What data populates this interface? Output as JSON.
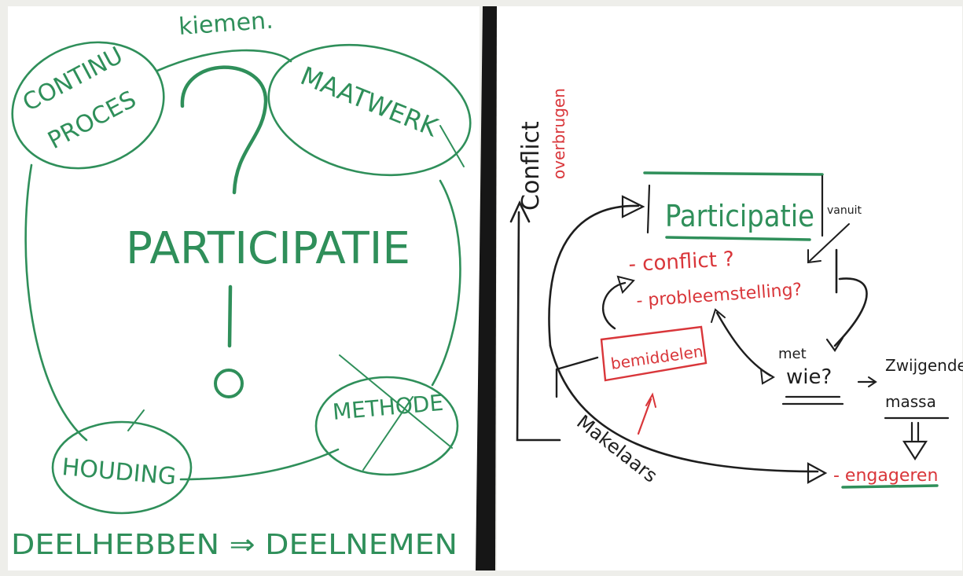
{
  "left_sheet": {
    "top_note": "kiemen.",
    "bubble_continu": [
      "CONTINU",
      "PROCES"
    ],
    "bubble_maatwerk": "MAATWERK",
    "center_title": "PARTICIPATIE",
    "bubble_methode": "METHODE",
    "bubble_houding": "HOUDING",
    "bottom_line": "DEELHEBBEN ⇒ DEELNEMEN"
  },
  "right_sheet": {
    "vertical_conflict": "Conflict",
    "vertical_red": "overbrugen",
    "box_title": "Participatie",
    "vanuit": "vanuit",
    "q_conflict": "- conflict ?",
    "q_probleem": "- probleemstelling?",
    "box_bemiddelen": "bemiddelen",
    "met": "met",
    "wie": "wie?",
    "zwijgende": "Zwijgende",
    "massa": "massa",
    "engageren": "- engageren",
    "diagonal_label": "Makelaars"
  },
  "colors": {
    "paper": "#ffffff",
    "background": "#f2f2ee",
    "divider": "#161616",
    "green_marker": "#2f8f5a",
    "red_marker": "#d9363a",
    "black_marker": "#1e1e1e"
  }
}
